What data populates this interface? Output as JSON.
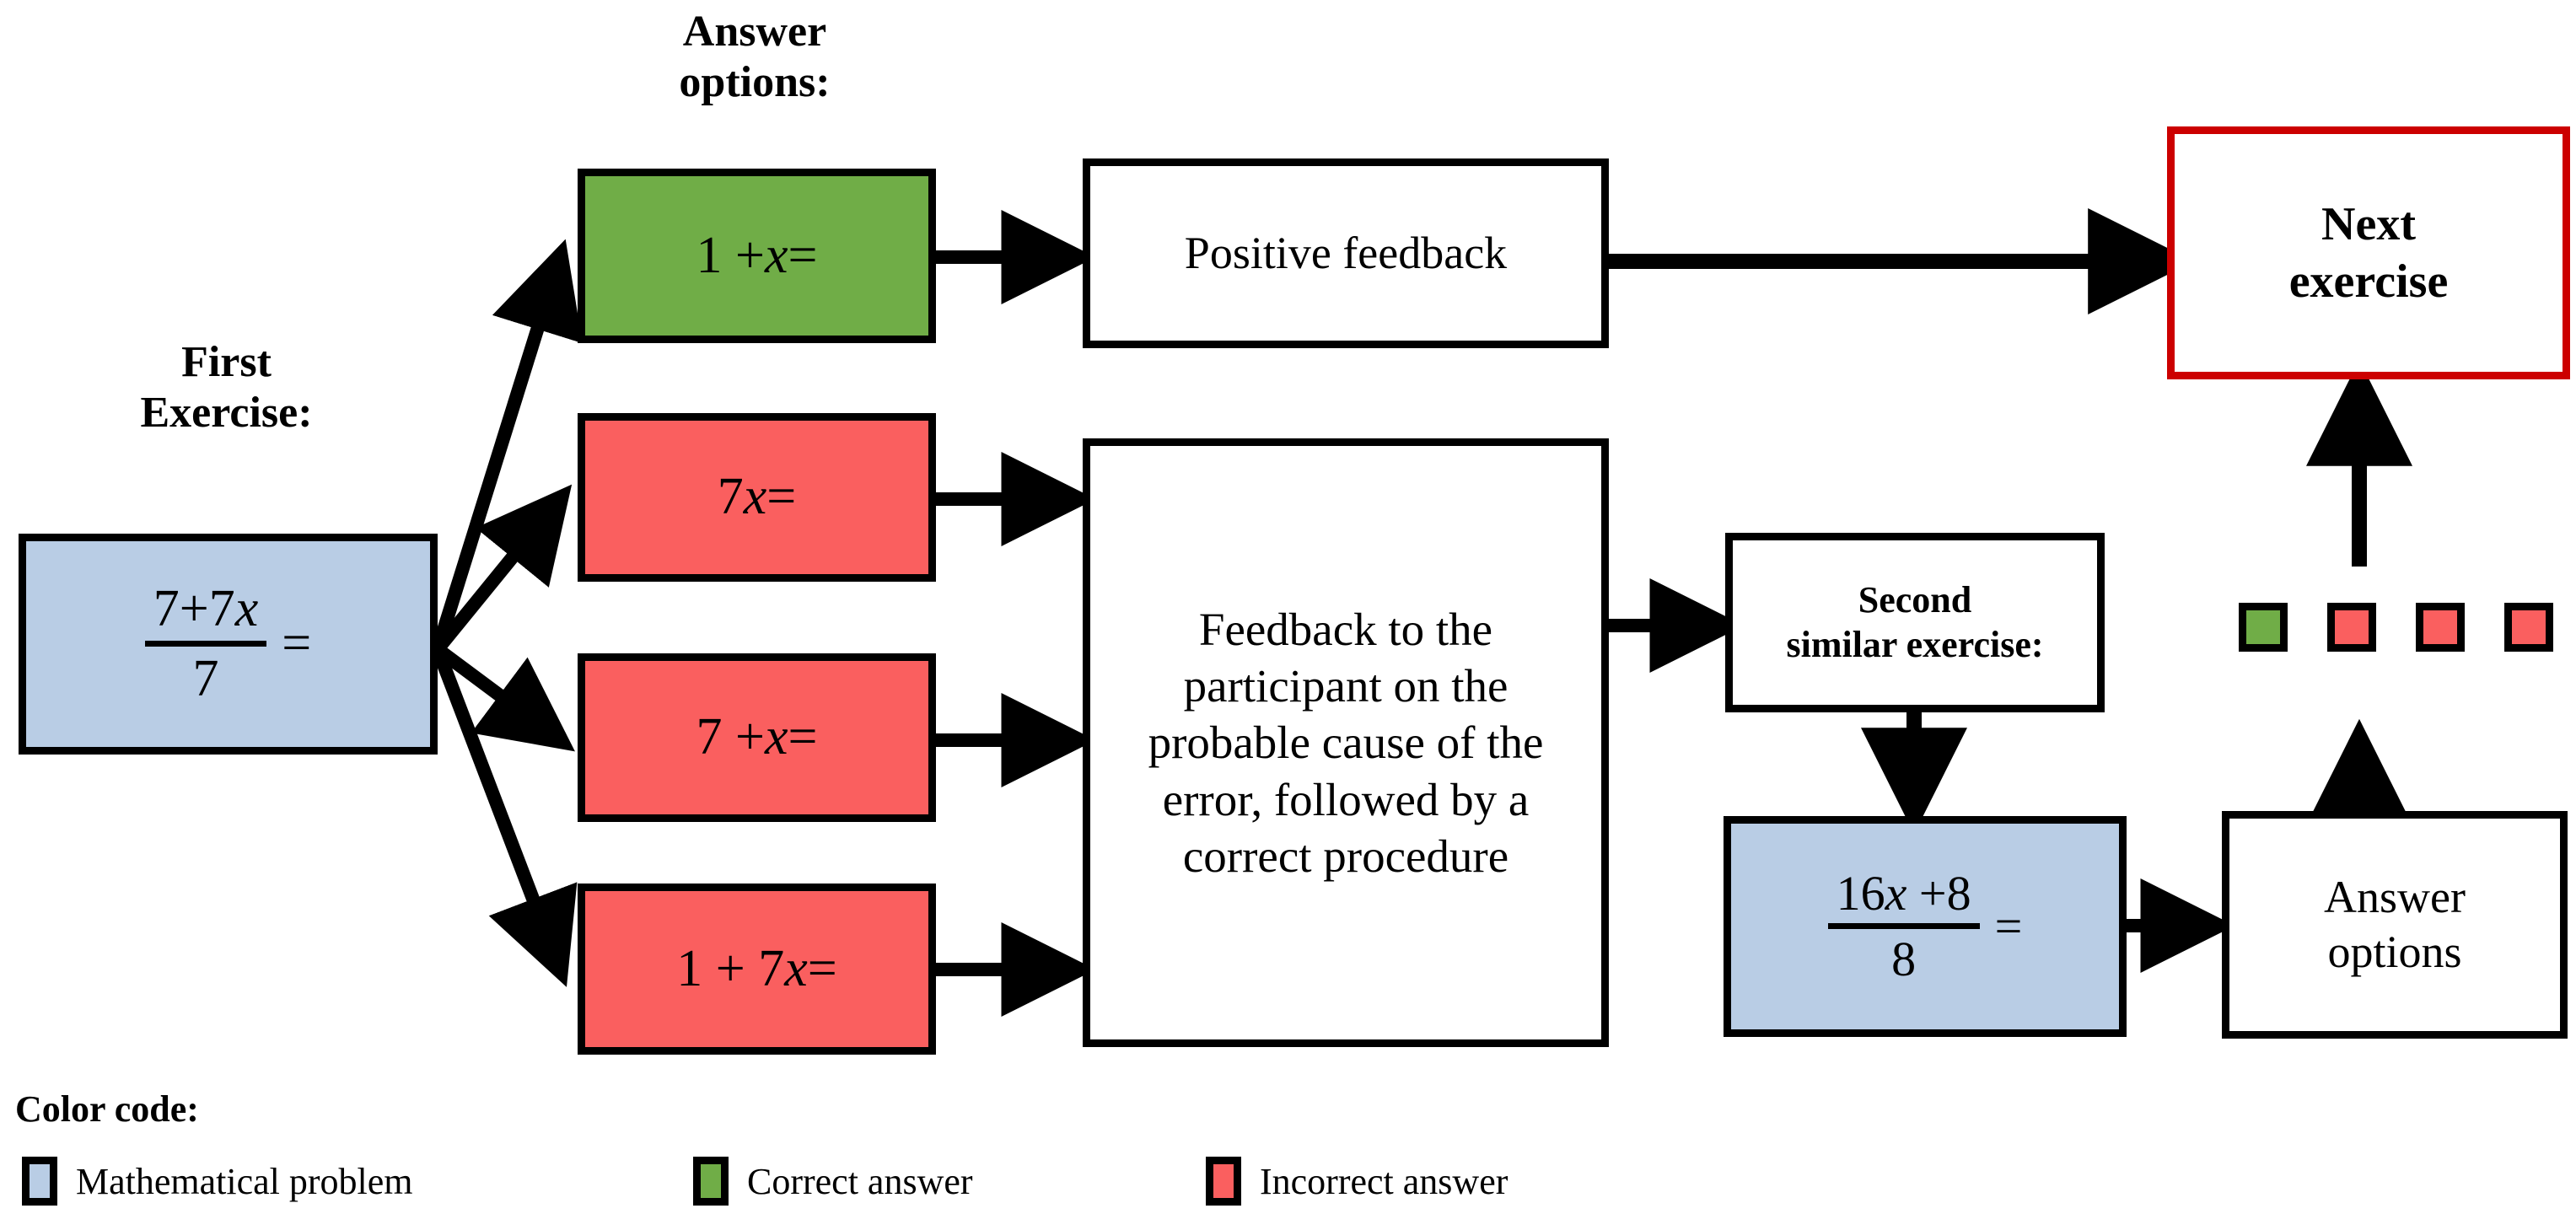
{
  "title_labels": {
    "first_exercise": "First\nExercise:",
    "answer_options": "Answer\noptions:"
  },
  "colors": {
    "math_problem": "#b9cde5",
    "correct": "#70ad47",
    "incorrect": "#fa5f5f",
    "next_border": "#cc0000",
    "outline": "#000000",
    "background": "#ffffff"
  },
  "first_exercise": {
    "label": "First Exercise:",
    "label_line1": "First",
    "label_line2": "Exercise:",
    "numerator": "7+7",
    "numerator_var": "x",
    "denominator": "7",
    "equals": "="
  },
  "answer_options_heading": {
    "line1": "Answer",
    "line2": "options:"
  },
  "answers": [
    {
      "id": "answer-correct",
      "prefix": "1 + ",
      "var": "x",
      "suffix": " =",
      "type": "correct",
      "color": "#70ad47"
    },
    {
      "id": "answer-wrong-1",
      "prefix": "7",
      "var": "x",
      "suffix": " =",
      "type": "incorrect",
      "color": "#fa5f5f"
    },
    {
      "id": "answer-wrong-2",
      "prefix": "7 + ",
      "var": "x",
      "suffix": " =",
      "type": "incorrect",
      "color": "#fa5f5f"
    },
    {
      "id": "answer-wrong-3",
      "prefix": "1 + 7",
      "var": "x",
      "suffix": " =",
      "type": "incorrect",
      "color": "#fa5f5f"
    }
  ],
  "positive_feedback": {
    "text": "Positive feedback"
  },
  "error_feedback": {
    "text": "Feedback to the participant on the probable cause of the error, followed by a correct procedure"
  },
  "second_exercise": {
    "heading_line1": "Second",
    "heading_line2": "similar exercise:",
    "numerator_a": "16",
    "numerator_var": "x",
    "numerator_b": " +8",
    "denominator": "8",
    "equals": "="
  },
  "answer_options_box": {
    "line1": "Answer",
    "line2": "options"
  },
  "next_exercise": {
    "line1": "Next",
    "line2": "exercise"
  },
  "progress_squares": [
    {
      "state": "correct",
      "color": "#70ad47"
    },
    {
      "state": "incorrect",
      "color": "#fa5f5f"
    },
    {
      "state": "incorrect",
      "color": "#fa5f5f"
    },
    {
      "state": "incorrect",
      "color": "#fa5f5f"
    }
  ],
  "legend": {
    "title": "Color code:",
    "items": [
      {
        "label": "Mathematical problem",
        "color": "#b9cde5"
      },
      {
        "label": "Correct answer",
        "color": "#70ad47"
      },
      {
        "label": "Incorrect answer",
        "color": "#fa5f5f"
      }
    ]
  }
}
